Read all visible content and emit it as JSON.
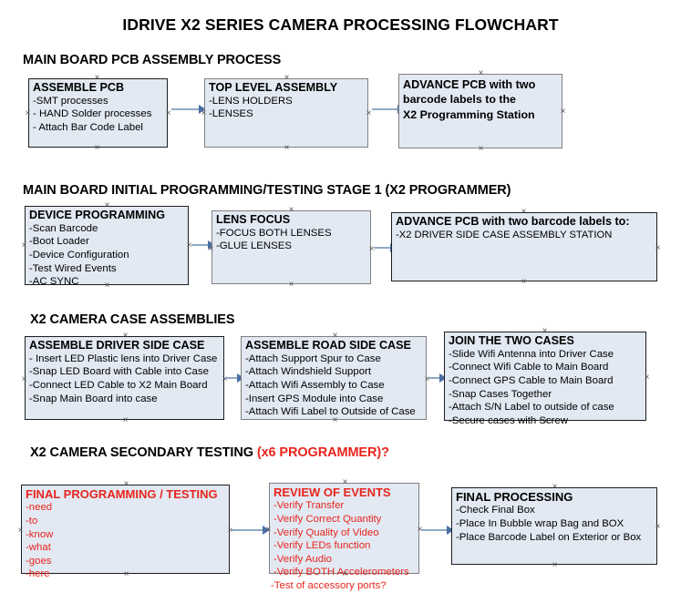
{
  "title": "IDRIVE X2  SERIES CAMERA PROCESSING FLOWCHART",
  "colors": {
    "box_fill": "#e2e9f3",
    "box_border_dark": "#1d1d1d",
    "box_border_gray": "#808080",
    "arrow": "#8fa9c4",
    "arrow_head": "#4a6fa5",
    "accent_red": "#e8251c",
    "text": "#000000",
    "background": "#ffffff"
  },
  "sections": [
    {
      "header": "MAIN BOARD PCB ASSEMBLY PROCESS",
      "header_accent": "",
      "boxes": [
        {
          "title": "ASSEMBLE PCB",
          "lines": [
            "-SMT processes",
            "- HAND Solder processes",
            "- Attach Bar Code Label"
          ]
        },
        {
          "title": "TOP LEVEL ASSEMBLY",
          "lines": [
            "-LENS HOLDERS",
            "-LENSES"
          ]
        },
        {
          "title": "ADVANCE PCB with two",
          "lines": [
            "barcode labels to the",
            " X2 Programming Station"
          ]
        }
      ]
    },
    {
      "header": "MAIN BOARD INITIAL PROGRAMMING/TESTING STAGE 1 (X2 PROGRAMMER)",
      "header_accent": "",
      "boxes": [
        {
          "title": "DEVICE PROGRAMMING",
          "lines": [
            "-Scan Barcode",
            "-Boot Loader",
            "-Device Configuration",
            "-Test Wired Events",
            "-AC SYNC"
          ]
        },
        {
          "title": "LENS FOCUS",
          "lines": [
            "-FOCUS BOTH LENSES",
            "-GLUE LENSES"
          ]
        },
        {
          "title": "ADVANCE PCB with two barcode labels to:",
          "lines": [
            "-X2 DRIVER  SIDE  CASE  ASSEMBLY STATION"
          ]
        }
      ]
    },
    {
      "header": "X2 CAMERA CASE ASSEMBLIES",
      "header_accent": "",
      "boxes": [
        {
          "title": "ASSEMBLE DRIVER SIDE CASE",
          "lines": [
            "- Insert LED Plastic lens into Driver Case",
            "-Snap LED Board with Cable into Case",
            "-Connect LED Cable to X2 Main Board",
            "-Snap Main Board into case"
          ]
        },
        {
          "title": "ASSEMBLE ROAD SIDE CASE",
          "lines": [
            "-Attach Support Spur to Case",
            "-Attach Windshield Support",
            "-Attach Wifi Assembly to Case",
            "-Insert GPS Module into Case",
            "-Attach Wifi Label to Outside of Case"
          ]
        },
        {
          "title": "JOIN THE TWO CASES",
          "lines": [
            "-Slide Wifi Antenna into Driver Case",
            "-Connect Wifi Cable to Main Board",
            "-Connect GPS Cable to Main Board",
            "-Snap Cases Together",
            "-Attach S/N Label to outside of case",
            "-Secure cases with Screw"
          ]
        }
      ]
    },
    {
      "header": "X2 CAMERA SECONDARY TESTING ",
      "header_accent": "(x6 PROGRAMMER)?",
      "boxes": [
        {
          "title": "FINAL PROGRAMMING / TESTING",
          "lines": [
            "-need",
            "-to",
            "-know",
            "-what",
            "-goes",
            "-here"
          ]
        },
        {
          "title": "REVIEW OF EVENTS",
          "lines": [
            "-Verify Transfer",
            "-Verify Correct Quantity",
            "-Verify Quality of Video",
            "-Verify LEDs function",
            "-Verify Audio",
            "-Verify BOTH Accelerometers",
            "-Test of accessory ports?"
          ]
        },
        {
          "title": "FINAL PROCESSING",
          "lines": [
            " -Check Final Box",
            "-Place In Bubble wrap Bag and BOX",
            "-Place Barcode Label on Exterior or Box"
          ]
        }
      ]
    }
  ]
}
